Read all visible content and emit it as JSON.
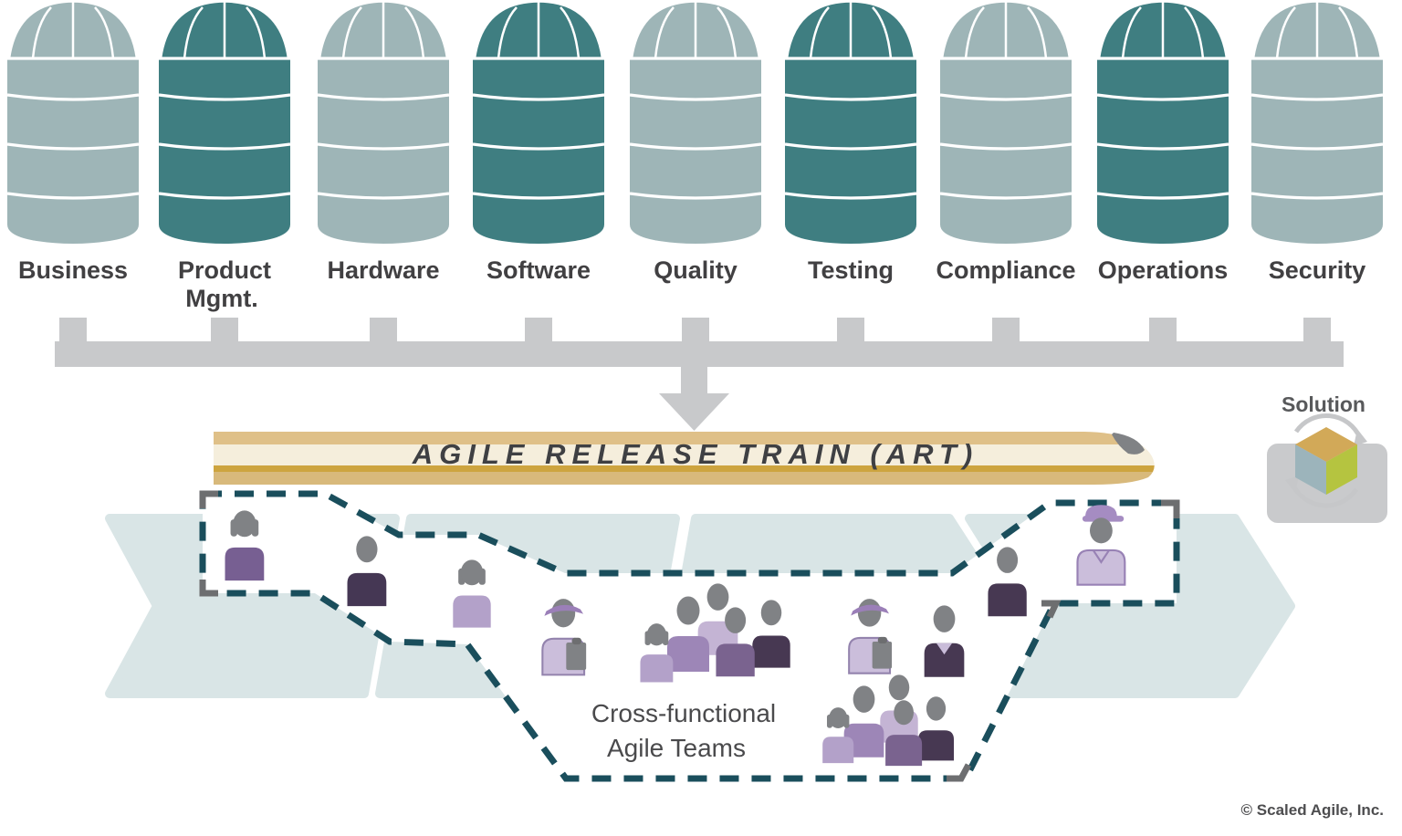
{
  "diagram": {
    "description": "SAFe organizational silos feeding an Agile Release Train of cross-functional agile teams"
  },
  "silos": [
    {
      "lines": [
        "Business"
      ],
      "tone": "light"
    },
    {
      "lines": [
        "Product",
        "Mgmt."
      ],
      "tone": "dark"
    },
    {
      "lines": [
        "Hardware"
      ],
      "tone": "light"
    },
    {
      "lines": [
        "Software"
      ],
      "tone": "dark"
    },
    {
      "lines": [
        "Quality"
      ],
      "tone": "light"
    },
    {
      "lines": [
        "Testing"
      ],
      "tone": "dark"
    },
    {
      "lines": [
        "Compliance"
      ],
      "tone": "light"
    },
    {
      "lines": [
        "Operations"
      ],
      "tone": "dark"
    },
    {
      "lines": [
        "Security"
      ],
      "tone": "light"
    }
  ],
  "train": {
    "label": "AGILE RELEASE TRAIN (ART)"
  },
  "solution": {
    "label": "Solution"
  },
  "teams": {
    "line1": "Cross-functional",
    "line2": "Agile Teams"
  },
  "footer": {
    "copyright": "© Scaled Agile, Inc."
  },
  "colors": {
    "silo_light": "#9eb5b7",
    "silo_dark": "#3f7e81",
    "silo_line_white": "#ffffff",
    "label_gray": "#414042",
    "connector_gray": "#c8c9cb",
    "chevron_blue": "#d9e5e6",
    "dash_teal": "#1a4e5c",
    "corner_mark_gray": "#6d6e70",
    "train_gold_top": "#dfc088",
    "train_cream": "#f5eedc",
    "train_gold_stripe": "#cda43f",
    "train_tan": "#d8b97b",
    "train_window_gray": "#808285",
    "person_head_gray": "#808285",
    "purple_darkest": "#453754",
    "purple_dark": "#473852",
    "purple_mid": "#7a638f",
    "purple_medium": "#9d86b7",
    "purple_light": "#b3a1c9",
    "purple_lighter": "#c9bcd9",
    "visor_purple": "#9b7fb8",
    "outline_purple": "#9383ad",
    "cube_orange": "#d2a958",
    "cube_bluegray": "#9cb4bb",
    "cube_green": "#b5c440",
    "icon_gray": "#c9cacc"
  }
}
